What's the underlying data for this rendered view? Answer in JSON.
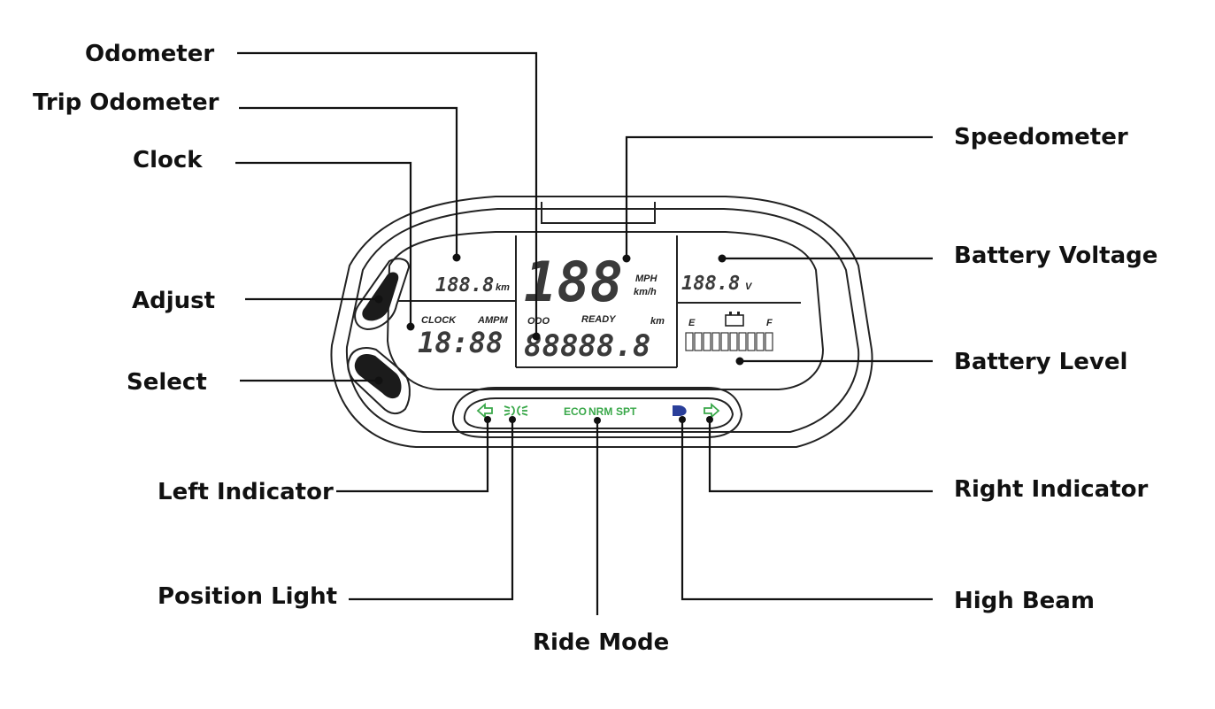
{
  "callouts": {
    "odometer": "Odometer",
    "trip_odometer": "Trip Odometer",
    "clock": "Clock",
    "adjust": "Adjust",
    "select": "Select",
    "left_indicator": "Left Indicator",
    "position_light": "Position Light",
    "ride_mode": "Ride Mode",
    "speedometer": "Speedometer",
    "battery_voltage": "Battery Voltage",
    "battery_level": "Battery Level",
    "right_indicator": "Right Indicator",
    "high_beam": "High Beam"
  },
  "display": {
    "trip_value": "188.8",
    "trip_unit": "km",
    "clock_label": "CLOCK",
    "ampm_label": "AMPM",
    "clock_value": "18:88",
    "speed_value": "188",
    "speed_unit_mph": "MPH",
    "speed_unit_kmh": "km/h",
    "odo_label": "ODO",
    "ready_label": "READY",
    "odo_unit": "km",
    "odo_value": "88888.8",
    "voltage_value": "188.8",
    "voltage_unit": "V",
    "battery_empty": "E",
    "battery_full": "F",
    "battery_segments": 10
  },
  "indicators": {
    "eco": "ECO",
    "nrm": "NRM",
    "spt": "SPT",
    "indicator_green": "#3aa84a",
    "high_beam_blue": "#2a3f9a"
  }
}
